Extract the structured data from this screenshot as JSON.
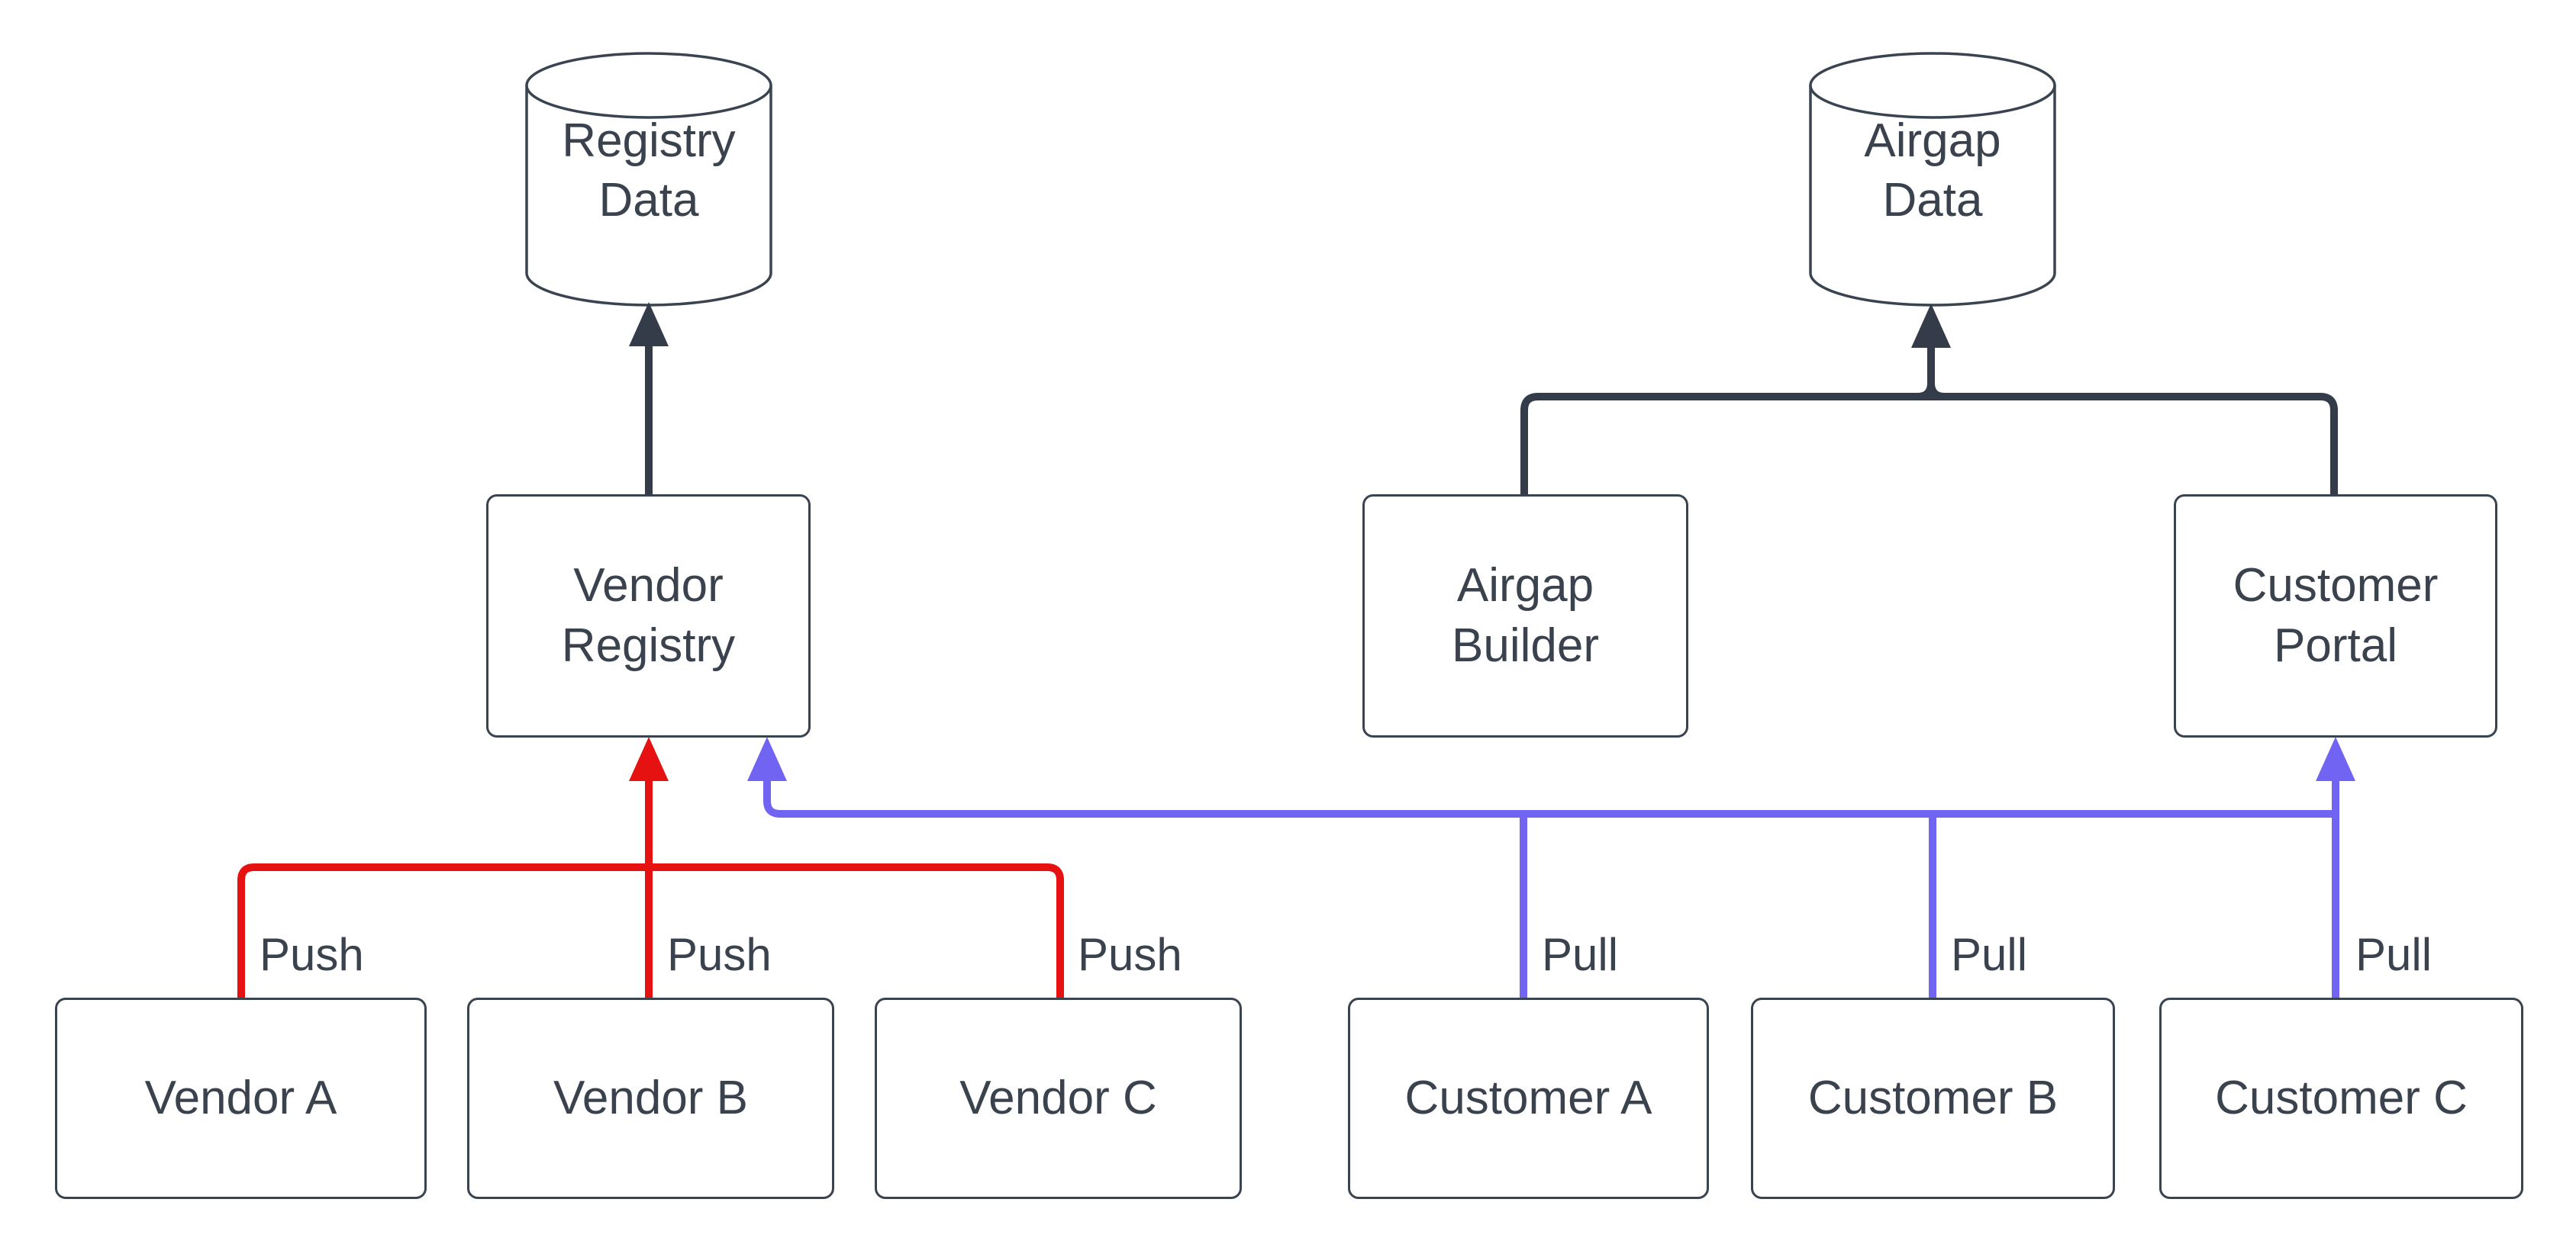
{
  "diagram": {
    "title": "",
    "colors": {
      "dark_line": "#343c49",
      "push_line": "#e61212",
      "pull_line": "#7164f2",
      "node_stroke": "#3a4350",
      "node_fill": "#ffffff",
      "text_color": "#3a424e",
      "background": "#ffffff"
    },
    "nodes": {
      "registry_data": {
        "label": "Registry Data",
        "shape": "database-cylinder"
      },
      "airgap_data": {
        "label": "Airgap Data",
        "shape": "database-cylinder"
      },
      "vendor_registry": {
        "label": "Vendor Registry",
        "shape": "process-box"
      },
      "airgap_builder": {
        "label": "Airgap Builder",
        "shape": "process-box"
      },
      "customer_portal": {
        "label": "Customer Portal",
        "shape": "process-box"
      },
      "vendor_a": {
        "label": "Vendor A",
        "shape": "process-box"
      },
      "vendor_b": {
        "label": "Vendor B",
        "shape": "process-box"
      },
      "vendor_c": {
        "label": "Vendor C",
        "shape": "process-box"
      },
      "customer_a": {
        "label": "Customer A",
        "shape": "process-box"
      },
      "customer_b": {
        "label": "Customer B",
        "shape": "process-box"
      },
      "customer_c": {
        "label": "Customer C",
        "shape": "process-box"
      }
    },
    "edge_labels": {
      "push": "Push",
      "pull": "Pull"
    },
    "edges": [
      {
        "from": "vendor_registry",
        "to": "registry_data",
        "label": "",
        "color": "dark_line",
        "arrow": "into-registry-data"
      },
      {
        "from": "airgap_builder",
        "to": "airgap_data",
        "label": "",
        "color": "dark_line",
        "arrow": "merged-into-airgap-data"
      },
      {
        "from": "customer_portal",
        "to": "airgap_data",
        "label": "",
        "color": "dark_line",
        "arrow": "merged-into-airgap-data"
      },
      {
        "from": "vendor_a",
        "to": "vendor_registry",
        "label": "Push",
        "color": "push_line"
      },
      {
        "from": "vendor_b",
        "to": "vendor_registry",
        "label": "Push",
        "color": "push_line"
      },
      {
        "from": "vendor_c",
        "to": "vendor_registry",
        "label": "Push",
        "color": "push_line"
      },
      {
        "from": "customer_a",
        "to": "vendor_registry",
        "label": "Pull",
        "color": "pull_line"
      },
      {
        "from": "customer_b",
        "to": "vendor_registry",
        "label": "Pull",
        "color": "pull_line"
      },
      {
        "from": "customer_c",
        "to": "vendor_registry",
        "label": "Pull",
        "color": "pull_line"
      },
      {
        "from": "customer_a",
        "to": "customer_portal",
        "label": "Pull",
        "color": "pull_line"
      },
      {
        "from": "customer_b",
        "to": "customer_portal",
        "label": "Pull",
        "color": "pull_line"
      },
      {
        "from": "customer_c",
        "to": "customer_portal",
        "label": "Pull",
        "color": "pull_line"
      }
    ]
  }
}
